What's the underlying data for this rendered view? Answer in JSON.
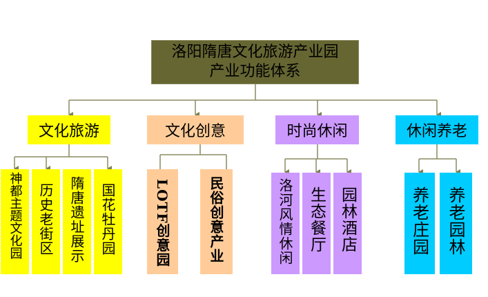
{
  "root": {
    "line1": "洛阳隋唐文化旅游产业园",
    "line2": "产业功能体系"
  },
  "categories": [
    {
      "label": "文化旅游",
      "color": "#ffff00",
      "children": [
        "神都主题文化园",
        "历史老街区",
        "隋唐遗址展示",
        "国花牡丹园"
      ]
    },
    {
      "label": "文化创意",
      "color": "#ffcc99",
      "children": [
        "LOTF创意园",
        "民俗创意产业"
      ]
    },
    {
      "label": "时尚休闲",
      "color": "#cc99ff",
      "children": [
        "洛河风情休闲",
        "生态餐厅",
        "园林酒店"
      ]
    },
    {
      "label": "休闲养老",
      "color": "#00ccff",
      "children": [
        "养老庄园",
        "养老园林"
      ]
    }
  ],
  "colors": {
    "root": "#666633",
    "connector": "#7f7f55"
  }
}
